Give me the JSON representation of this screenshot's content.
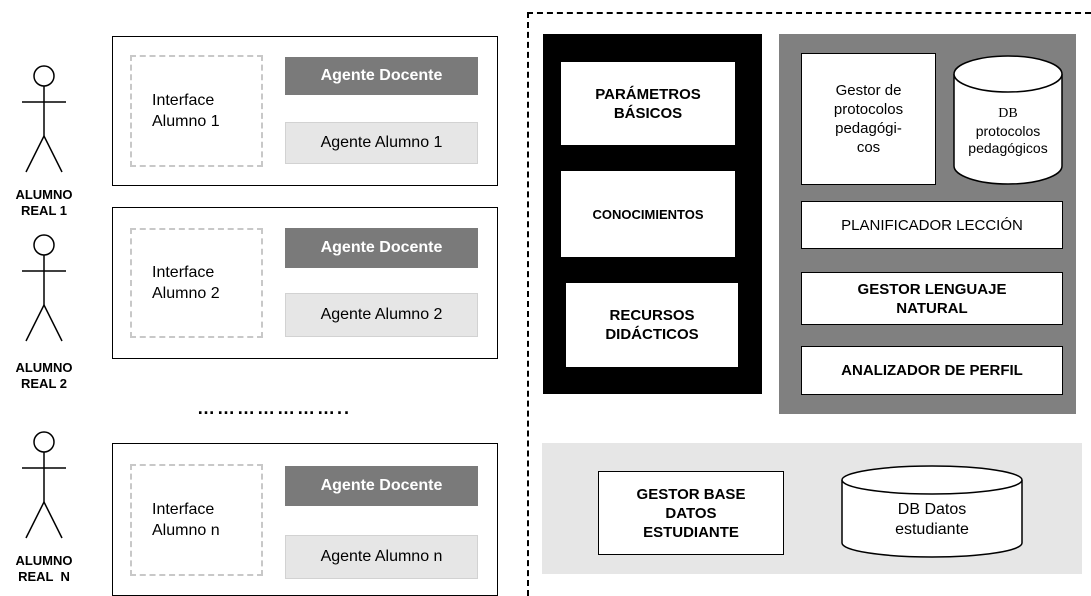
{
  "students": [
    {
      "actor_label": "ALUMNO\nREAL 1",
      "interface": "Interface\nAlumno 1",
      "teacher_agent": "Agente Docente",
      "student_agent": "Agente Alumno 1"
    },
    {
      "actor_label": "ALUMNO\nREAL 2",
      "interface": "Interface\nAlumno 2",
      "teacher_agent": "Agente Docente",
      "student_agent": "Agente Alumno 2"
    },
    {
      "actor_label": "ALUMNO\nREAL  N",
      "interface": "Interface\nAlumno n",
      "teacher_agent": "Agente Docente",
      "student_agent": "Agente Alumno n"
    }
  ],
  "ellipsis": "…………………..",
  "knowledge_panel": {
    "params": "PARÁMETROS\nBÁSICOS",
    "knowledge": "CONOCIMIENTOS",
    "resources": "RECURSOS\nDIDÁCTICOS"
  },
  "tutor_panel": {
    "protocol_manager": "Gestor de\nprotocolos\npedagógi-\ncos",
    "protocol_db_title": "DB",
    "protocol_db_body": "protocolos\npedagógicos",
    "lesson_planner": "PLANIFICADOR LECCIÓN",
    "language_manager": "GESTOR LENGUAJE\nNATURAL",
    "profile_analyzer": "ANALIZADOR DE PERFIL"
  },
  "student_db_panel": {
    "manager": "GESTOR BASE\nDATOS\nESTUDIANTE",
    "db": "DB Datos\nestudiante"
  }
}
